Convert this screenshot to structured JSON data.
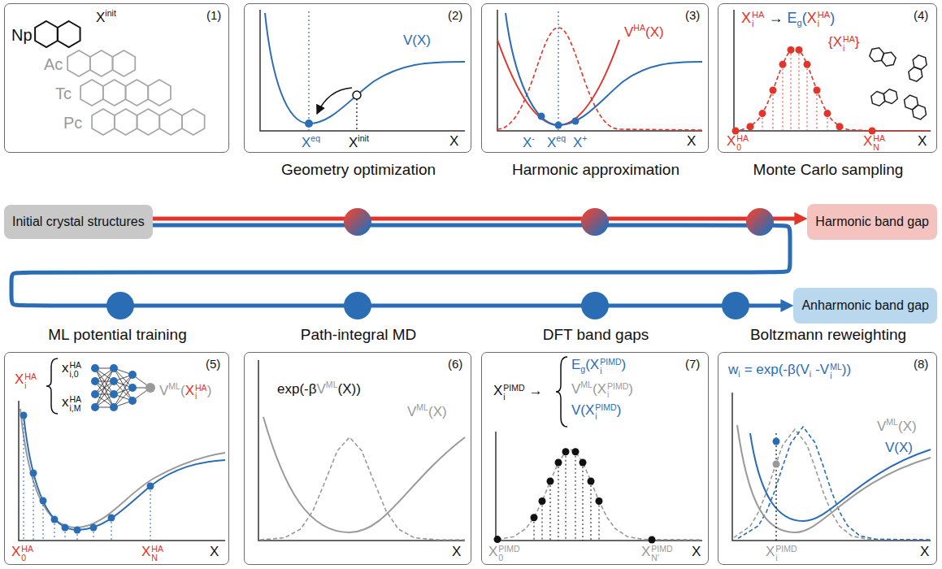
{
  "diagram": {
    "nodes": [
      {
        "text": [
          "(1)",
          "X",
          "init",
          "Np",
          "Ac",
          "Tc",
          "Pc"
        ]
      },
      {
        "text": [
          "Geometry optimization",
          "(2)",
          "V(X)",
          "X",
          "eq",
          "X",
          "init",
          "X"
        ]
      },
      {
        "text": [
          "Harmonic approximation",
          "(3)",
          "V",
          "HA",
          "(X)",
          "X",
          "-",
          "X",
          "eq",
          "X",
          "+",
          "X"
        ]
      },
      {
        "text": [
          "Monte Carlo sampling",
          "(4)",
          "X",
          "i",
          "HA",
          "→",
          "E",
          "g",
          "(",
          "X",
          "i",
          "HA",
          ")",
          "{X",
          "i",
          "HA",
          "}",
          "X",
          "0",
          "HA",
          "X",
          "N",
          "HA",
          "X"
        ]
      },
      {
        "text": [
          "Initial crystal structures"
        ]
      },
      {
        "text": [
          "Harmonic band gap"
        ]
      },
      {
        "text": [
          "Anharmonic band gap"
        ]
      },
      {
        "text": [
          "ML potential training",
          "(5)",
          "X",
          "i",
          "HA",
          "x",
          "i,0",
          "HA",
          "x",
          "i,M",
          "HA",
          "V",
          "ML",
          "(",
          "X",
          "i",
          "HA",
          ")",
          "X",
          "0",
          "HA",
          "X",
          "N",
          "HA",
          "X"
        ]
      },
      {
        "text": [
          "Path-integral MD",
          "(6)",
          "exp(-β",
          "V",
          "ML",
          "(X))",
          "V",
          "ML",
          "(X)",
          "X"
        ]
      },
      {
        "text": [
          "DFT band gaps",
          "(7)",
          "X",
          "i",
          "PIMD",
          "→",
          "E",
          "g",
          "(X",
          "i",
          "PIMD",
          ")",
          "V",
          "ML",
          "(X",
          "i",
          "PIMD",
          ")",
          "V(X",
          "i",
          "PIMD",
          ")",
          "X",
          "0",
          "PIMD",
          "X",
          "N'",
          "PIMD",
          "X"
        ]
      },
      {
        "text": [
          "Boltzmann reweighting",
          "(8)",
          "w",
          "i",
          "= exp(-β(V",
          "i",
          "-V",
          "i",
          "ML",
          "))",
          "V",
          "ML",
          "(X)",
          "V(X)",
          "X",
          "i",
          "PIMD",
          "X"
        ]
      }
    ],
    "edges": [
      {
        "from": 4,
        "to": 5,
        "arrow": "to"
      },
      {
        "from": 4,
        "to": 6,
        "arrow": "to"
      }
    ]
  }
}
